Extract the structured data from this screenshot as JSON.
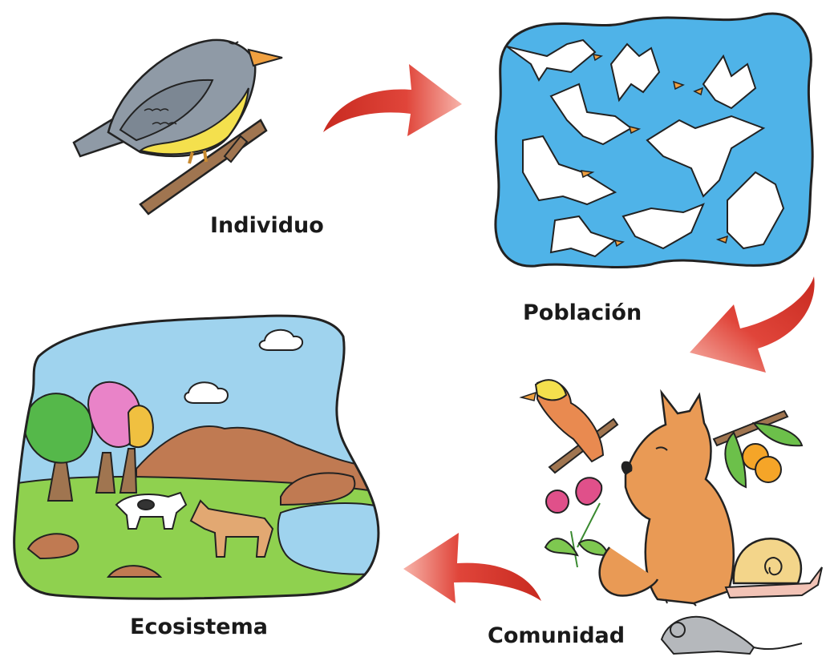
{
  "stages": [
    {
      "id": "individuo",
      "label": "Individuo"
    },
    {
      "id": "poblacion",
      "label": "Población"
    },
    {
      "id": "comunidad",
      "label": "Comunidad"
    },
    {
      "id": "ecosistema",
      "label": "Ecosistema"
    }
  ],
  "colors": {
    "arrow": "#e0453a",
    "arrow_light": "#f7b4aa",
    "sky": "#9fd3ee",
    "population_bg": "#4fb3e8",
    "grass": "#8fd14f",
    "bird_gray": "#8f9aa6",
    "bird_yellow": "#f4e04d",
    "dog": "#e99a55"
  }
}
